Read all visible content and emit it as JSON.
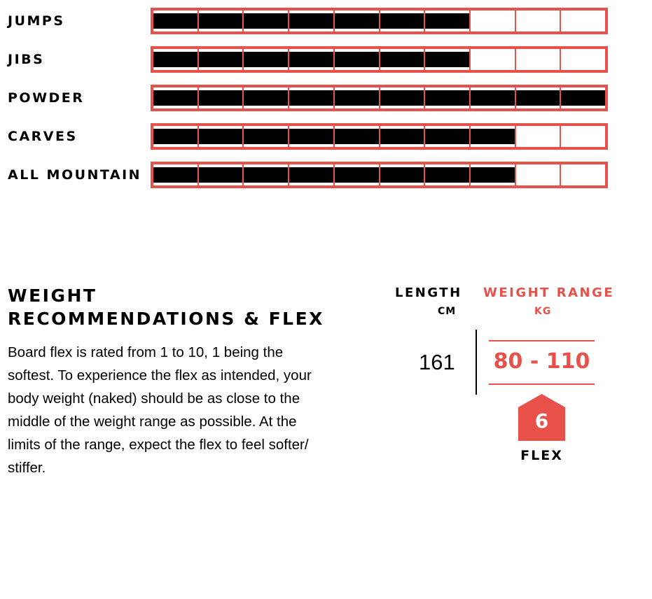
{
  "ratings": {
    "max": 10,
    "items": [
      {
        "label": "JUMPS",
        "value": 7
      },
      {
        "label": "JIBS",
        "value": 7
      },
      {
        "label": "POWDER",
        "value": 10
      },
      {
        "label": "CARVES",
        "value": 8
      },
      {
        "label": "ALL MOUNTAIN",
        "value": 8
      }
    ]
  },
  "weight": {
    "title": "WEIGHT RECOMMENDATIONS & FLEX",
    "description": "Board flex is rated from 1 to 10, 1 being the softest. To experience the flex as intended, your body weight (naked) should be as close to the middle of the weight range as possible. At the limits of the range, expect the flex to feel softer/ stiffer.",
    "length_header": "LENGTH",
    "length_unit": "CM",
    "range_header": "WEIGHT RANGE",
    "range_unit": "KG",
    "length": "161",
    "range": "80 - 110",
    "flex_value": "6",
    "flex_label": "FLEX"
  },
  "colors": {
    "accent": "#e8504a",
    "fill": "#000000"
  }
}
